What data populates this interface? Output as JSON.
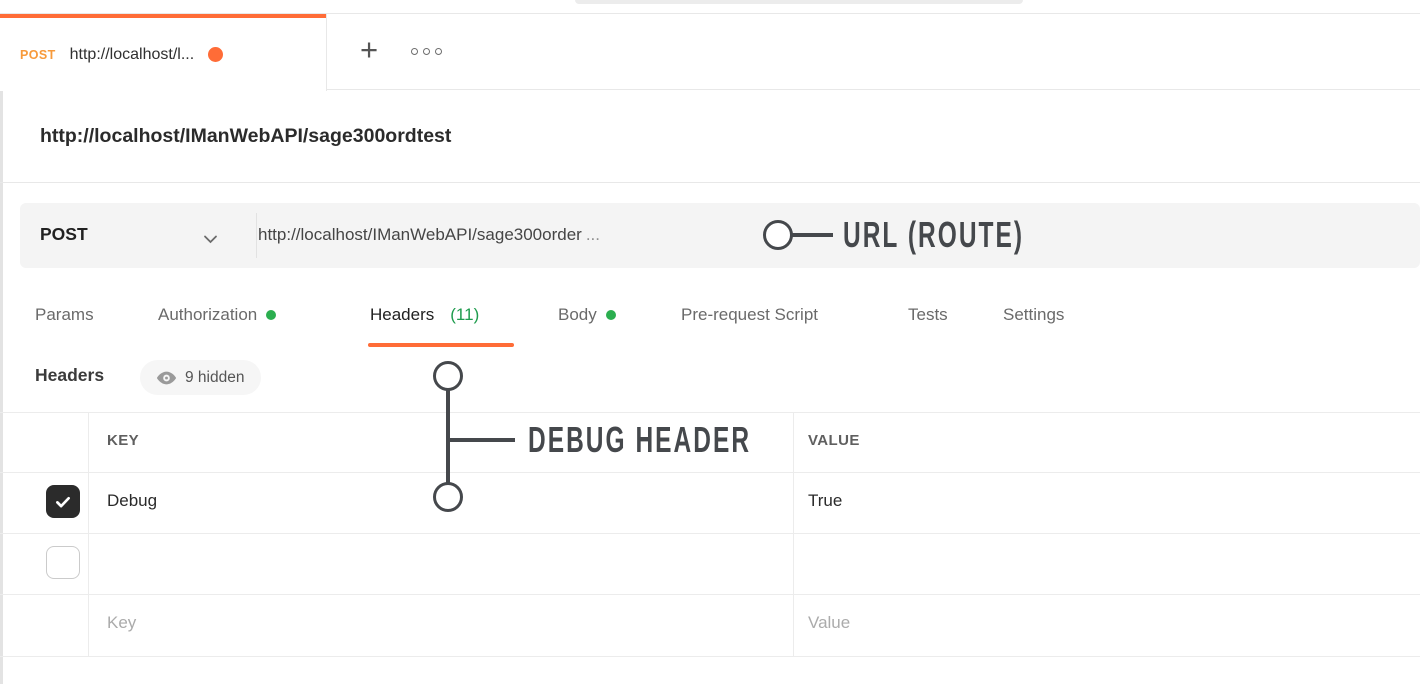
{
  "app_title": "Postman request – Headers tab",
  "colors": {
    "accent_orange": "#FF6C37",
    "method_post_label": "#F79A3B",
    "green_dot": "#2BAE4F",
    "green_count": "#1F9C4E",
    "annotation_ink": "#45484C",
    "border_light": "#e8e8e8"
  },
  "tab_bar": {
    "active_tab": {
      "method": "POST",
      "title": "http://localhost/l...",
      "unsaved": true
    },
    "add_tab_label": "+",
    "icons": {
      "add_tab": "plus-icon",
      "more_tabs": "three-dots-icon"
    }
  },
  "request": {
    "display_title": "http://localhost/IManWebAPI/sage300ordtest",
    "method": "POST",
    "url": "http://localhost/IManWebAPI/sage300order",
    "url_truncation": "...",
    "icons": {
      "method_dropdown": "chevron-down-icon"
    }
  },
  "annotations": {
    "url_label": "URL (ROUTE)",
    "debug_label": "DEBUG HEADER"
  },
  "request_tabs": {
    "items": [
      {
        "label": "Params",
        "active": false,
        "dot": false
      },
      {
        "label": "Authorization",
        "active": false,
        "dot": true
      },
      {
        "label": "Headers",
        "count": "(11)",
        "active": true,
        "dot": false
      },
      {
        "label": "Body",
        "active": false,
        "dot": true
      },
      {
        "label": "Pre-request Script",
        "active": false,
        "dot": false
      },
      {
        "label": "Tests",
        "active": false,
        "dot": false
      },
      {
        "label": "Settings",
        "active": false,
        "dot": false
      }
    ]
  },
  "headers_panel": {
    "title": "Headers",
    "hidden_count_label": "9 hidden",
    "icons": {
      "hidden_toggle": "eye-icon",
      "row_checked": "checkmark-icon"
    },
    "table": {
      "key_header": "KEY",
      "value_header": "VALUE",
      "rows": [
        {
          "checked": true,
          "key": "Debug",
          "value": "True"
        },
        {
          "checked": false,
          "key": "",
          "value": ""
        },
        {
          "key_placeholder": "Key",
          "value_placeholder": "Value"
        }
      ]
    }
  }
}
